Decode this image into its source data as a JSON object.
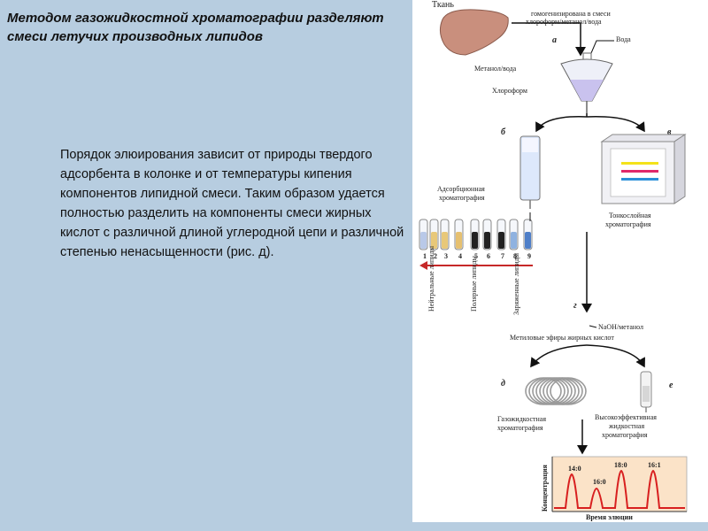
{
  "slide": {
    "title": "Методом газожидкостной хроматографии разделяют смеси летучих производных липидов",
    "body": "Порядок элюирования зависит от природы твердого адсорбента в колонке и от температуры кипения компонентов липидной смеси. Таким образом удается полностью разделить на компоненты смеси жирных кислот с различной длиной углеродной цепи и различной степенью ненасыщенности (рис. д)."
  },
  "figure": {
    "tissue_label": "Ткань",
    "homogenized_label_1": "гомогенизирована в смеси",
    "homogenized_label_2": "хлороформ/метанол/вода",
    "step_a": "а",
    "water_label": "Вода",
    "methanol_water_label": "Метанол/вода",
    "chloroform_label": "Хлороформ",
    "step_b": "б",
    "step_v": "в",
    "adsorption_label_1": "Адсорбционная",
    "adsorption_label_2": "хроматография",
    "tlc_label_1": "Тонкослойная",
    "tlc_label_2": "хроматография",
    "tube_numbers": [
      "1",
      "2",
      "3",
      "4",
      "5",
      "6",
      "7",
      "8",
      "9"
    ],
    "fraction_labels": [
      "Нейтральные липиды",
      "Полярные липиды",
      "Заряженные липиды"
    ],
    "step_g": "г",
    "naoh_label": "NaOH/метанол",
    "methyl_esters_label": "Метиловые эфиры жирных кислот",
    "step_d": "д",
    "step_e": "е",
    "gc_label_1": "Газожидкостная",
    "gc_label_2": "хроматография",
    "hplc_label_1": "Высокоэффективная",
    "hplc_label_2": "жидкостная",
    "hplc_label_3": "хроматография",
    "y_axis_label": "Концентрация",
    "x_axis_label": "Время элюции",
    "peak_labels": [
      "14:0",
      "16:0",
      "18:0",
      "16:1"
    ],
    "colors": {
      "tissue": "#c98f7d",
      "solvent": "#c9c2ee",
      "tlc_yellow": "#f4e21a",
      "tlc_red": "#e0286a",
      "tlc_blue": "#2a8fd8",
      "peak": "#d81f1f",
      "chromatogram_bg": "#fbe3c8",
      "slide_bg": "#b7cde0"
    }
  }
}
